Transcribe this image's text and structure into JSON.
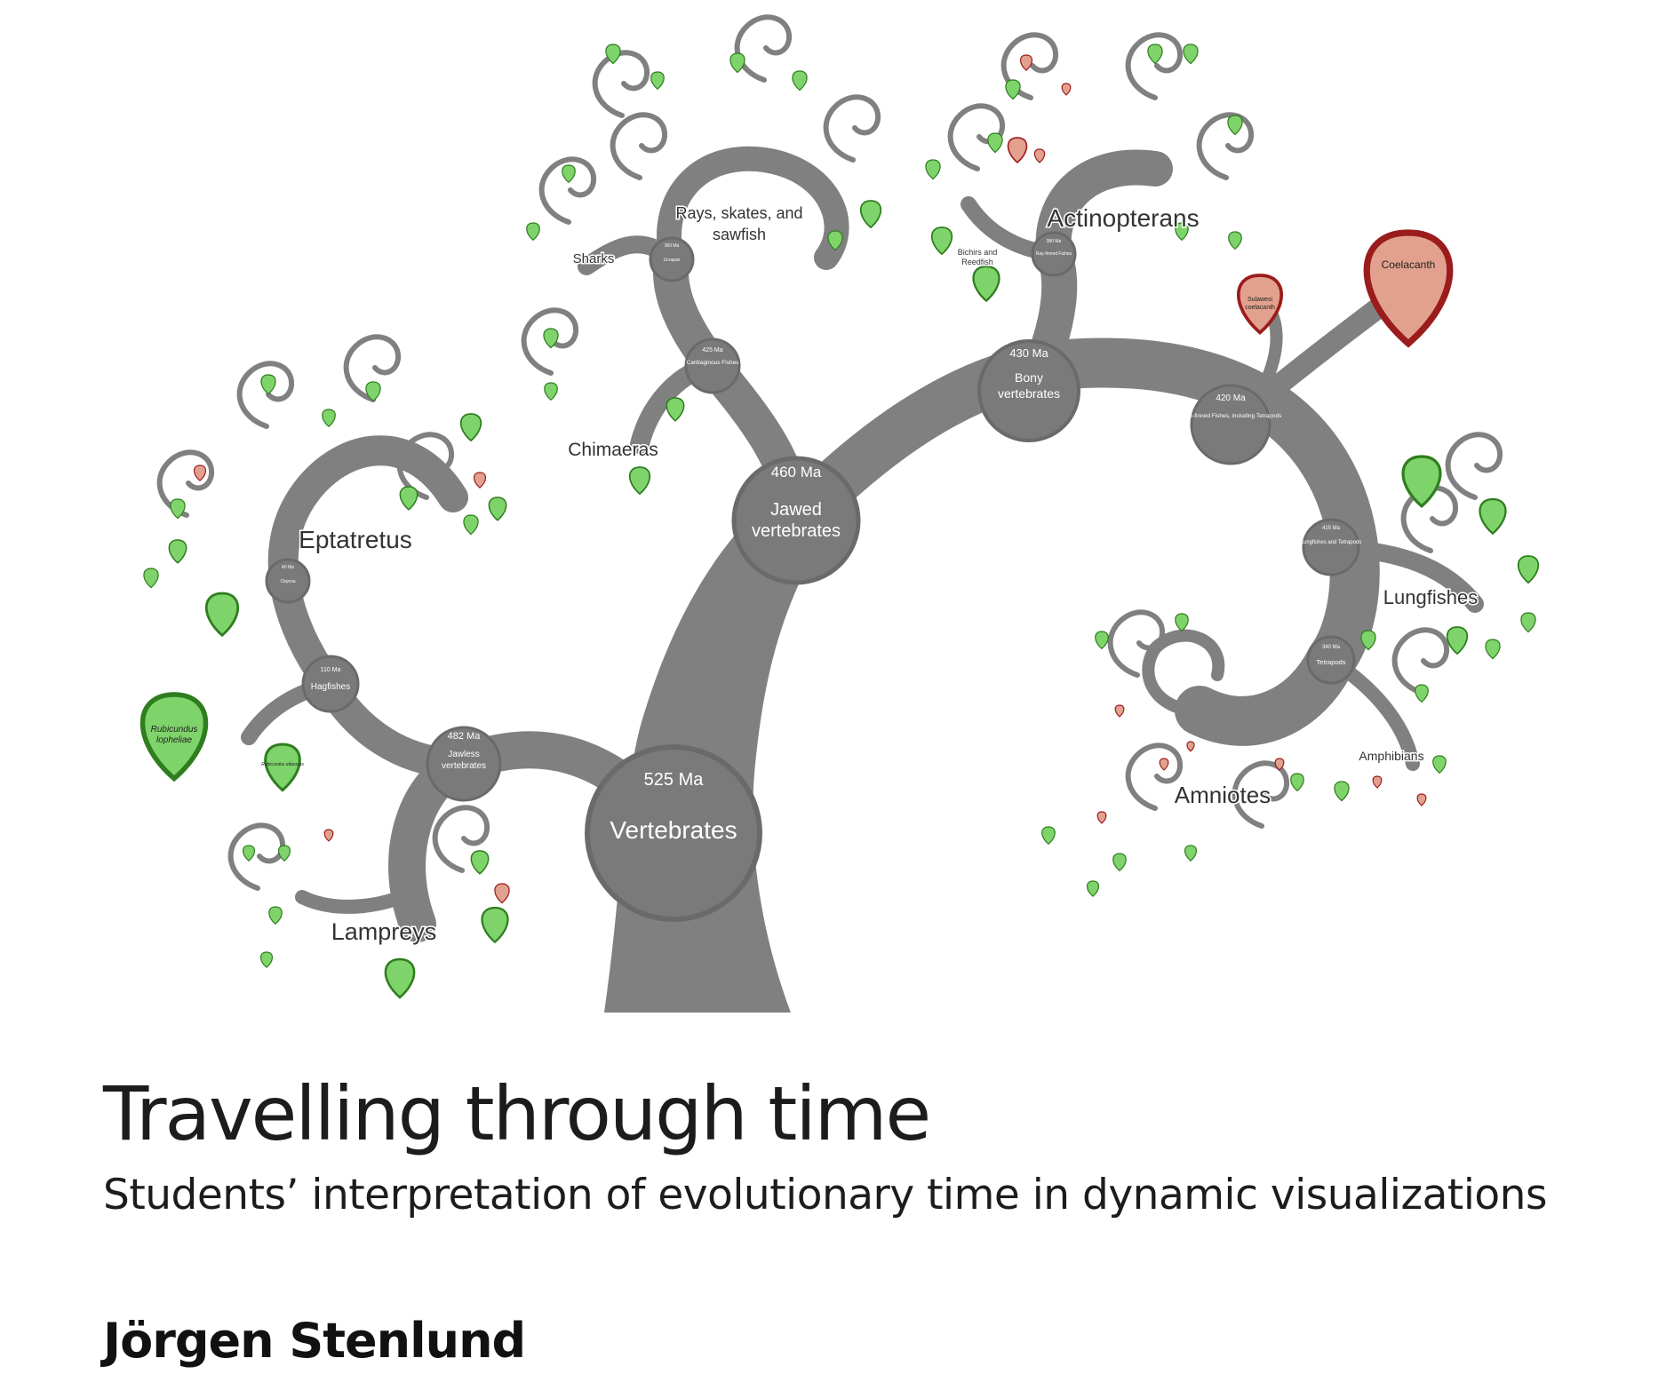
{
  "cover": {
    "title": "Travelling through time",
    "subtitle": "Students’ interpretation of evolutionary time in dynamic visualizations",
    "author": "Jörgen Stenlund"
  },
  "colors": {
    "branch": "#808080",
    "node_ring": "#6f6f6f",
    "leaf_green": "#7ed36a",
    "leaf_green_stroke": "#2f7d1f",
    "leaf_red": "#e2a18e",
    "leaf_red_stroke": "#9b1c1c"
  },
  "tree": {
    "nodes": [
      {
        "age": "525 Ma",
        "name": "Vertebrates"
      },
      {
        "age": "460 Ma",
        "name": "Jawed vertebrates"
      },
      {
        "age": "430 Ma",
        "name": "Bony vertebrates"
      },
      {
        "age": "420 Ma",
        "name": "Lobe-finned Fishes, including Tetrapods"
      },
      {
        "age": "425 Ma",
        "name": "Cartilaginous Fishes"
      },
      {
        "age": "482 Ma",
        "name": "Jawless vertebrates"
      },
      {
        "age": "110 Ma",
        "name": "Hagfishes"
      },
      {
        "age": "40 Ma",
        "name": "Cbyexa"
      },
      {
        "age": "360 Ma",
        "name": "Ucrapas"
      },
      {
        "age": "380 Ma",
        "name": "Ray-finned Fishes"
      },
      {
        "age": "415 Ma",
        "name": "Lungfishes and Tetrapods"
      },
      {
        "age": "340 Ma",
        "name": "Tetrapods"
      }
    ],
    "clades": [
      "Eptatretus",
      "Lampreys",
      "Chimaeras",
      "Sharks",
      "Rays, skates, and sawfish",
      "Bichirs and Reedfish",
      "Actinopterans",
      "Lungfishes",
      "Amniotes",
      "Amphibians"
    ],
    "leaves": [
      "Rubicundus lopheliae",
      "Rubicundus eibeosus",
      "Coelacanth",
      "Sulawesi coelacanth"
    ]
  }
}
